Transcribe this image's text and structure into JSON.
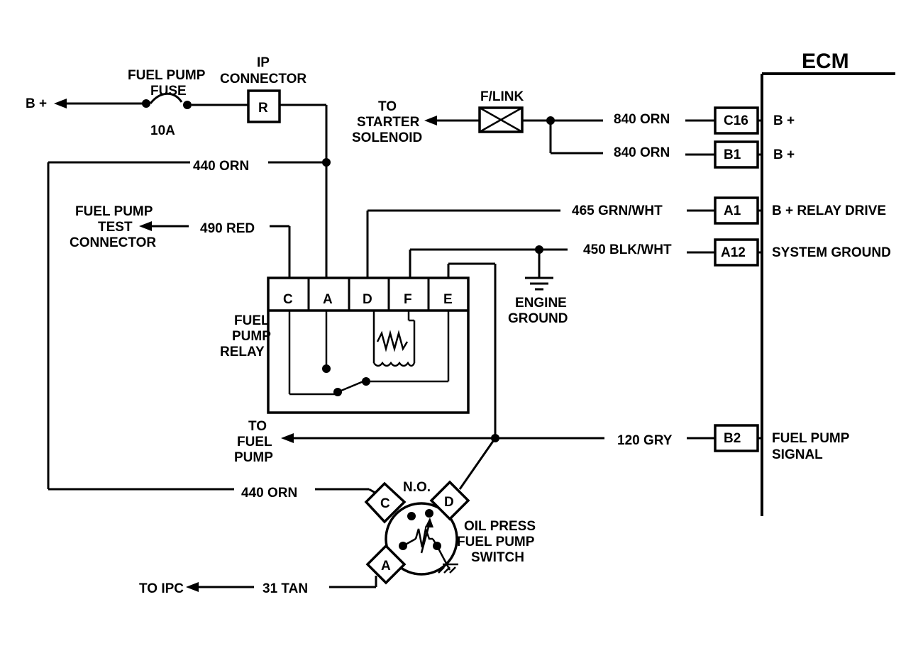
{
  "ecm": {
    "title": "ECM",
    "pins": [
      {
        "id": "C16",
        "desc": "B +",
        "wire": "840 ORN"
      },
      {
        "id": "B1",
        "desc": "B +",
        "wire": "840 ORN"
      },
      {
        "id": "A1",
        "desc": "B + RELAY DRIVE",
        "wire": "465 GRN/WHT"
      },
      {
        "id": "A12",
        "desc": "SYSTEM GROUND",
        "wire": "450 BLK/WHT"
      },
      {
        "id": "B2",
        "desc": [
          "FUEL PUMP",
          "SIGNAL"
        ],
        "wire": "120 GRY"
      }
    ]
  },
  "labels": {
    "b_plus": "B +",
    "fuse_title": [
      "FUEL PUMP",
      "FUSE"
    ],
    "fuse_rating": "10A",
    "ip_connector": [
      "IP",
      "CONNECTOR"
    ],
    "ip_pin": "R",
    "flink": "F/LINK",
    "starter": [
      "TO",
      "STARTER",
      "SOLENOID"
    ],
    "wire_440_top": "440 ORN",
    "wire_440_bottom": "440 ORN",
    "test_connector": [
      "FUEL PUMP",
      "TEST",
      "CONNECTOR"
    ],
    "wire_490": "490 RED",
    "relay_name": [
      "FUEL",
      "PUMP",
      "RELAY"
    ],
    "relay_pins": [
      "C",
      "A",
      "D",
      "F",
      "E"
    ],
    "engine_ground": [
      "ENGINE",
      "GROUND"
    ],
    "to_fuel_pump": [
      "TO",
      "FUEL",
      "PUMP"
    ],
    "no": "N.O.",
    "switch_pins": {
      "c": "C",
      "d": "D",
      "a": "A"
    },
    "oil_switch": [
      "OIL PRESS",
      "FUEL PUMP",
      "SWITCH"
    ],
    "to_ipc": "TO IPC",
    "wire_31": "31 TAN"
  }
}
